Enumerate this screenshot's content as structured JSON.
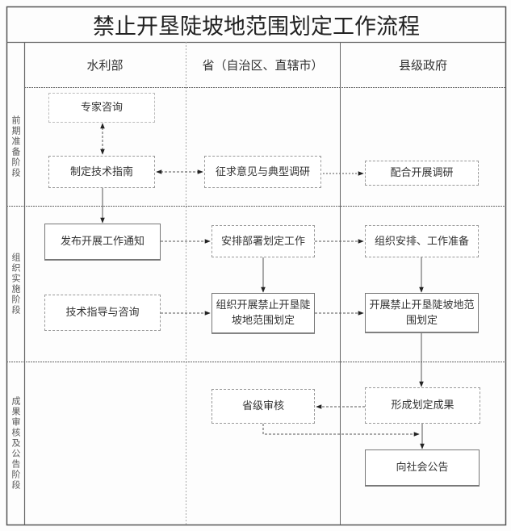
{
  "title": "禁止开垦陡坡地范围划定工作流程",
  "columns": [
    "水利部",
    "省（自治区、直辖市）",
    "县级政府"
  ],
  "phases": [
    "前期准备阶段",
    "组织实施阶段",
    "成果审核及公告阶段"
  ],
  "boxes": {
    "expert_consult": "专家咨询",
    "tech_guide": "制定技术指南",
    "solicit_opinion": "征求意见与典型调研",
    "coop_research": "配合开展调研",
    "issue_notice": "发布开展工作通知",
    "arrange_work": "安排部署划定工作",
    "organize_prepare": "组织安排、工作准备",
    "tech_support": "技术指导与咨询",
    "organize_delineation": "组织开展禁止开垦陡坡地范围划定",
    "county_delineation": "开展禁止开垦陡坡地范围划定",
    "provincial_review": "省级审核",
    "form_results": "形成划定成果",
    "public_notice": "向社会公告"
  }
}
